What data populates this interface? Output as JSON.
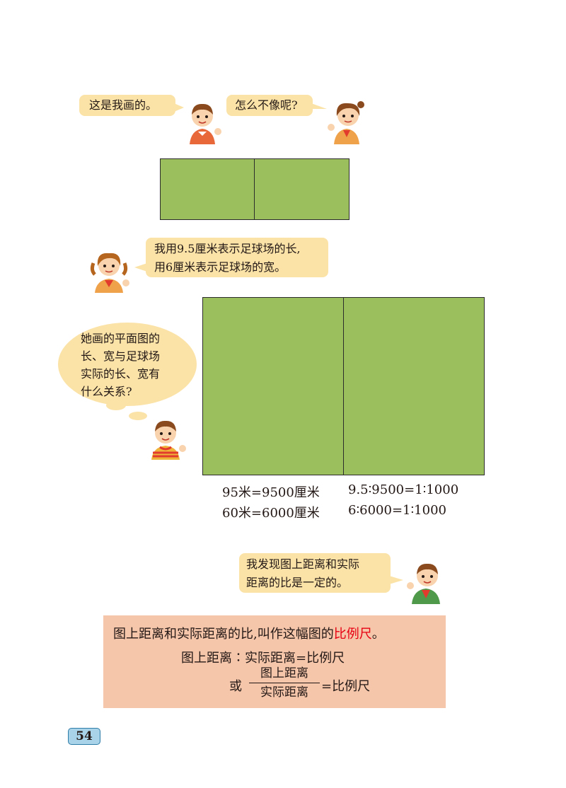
{
  "dialog": {
    "boy_top": "这是我画的。",
    "girl_top": "怎么不像呢?",
    "girl_mid_line1": "我用9.5厘米表示足球场的长,",
    "girl_mid_line2": "用6厘米表示足球场的宽。",
    "thought_line1": "她画的平面图的",
    "thought_line2": "长、宽与足球场",
    "thought_line3": "实际的长、宽有",
    "thought_line4": "什么关系?",
    "boy_bottom_line1": "我发现图上距离和实际",
    "boy_bottom_line2": "距离的比是一定的。"
  },
  "calc": {
    "length_conv": "95米=9500厘米",
    "width_conv": "60米=6000厘米",
    "length_ratio": "9.5∶9500=1∶1000",
    "width_ratio": "6∶6000=1∶1000"
  },
  "definition": {
    "sentence_before": "图上距离和实际距离的比,叫作这幅图的",
    "term": "比例尺",
    "sentence_after": "。",
    "formula": "图上距离∶实际距离=比例尺",
    "or": "或",
    "numerator": "图上距离",
    "denominator": "实际距离",
    "equals": "=比例尺"
  },
  "page_number": "54",
  "colors": {
    "field_green": "#9abf5c",
    "bubble_yellow": "#fbe3a8",
    "definition_bg": "#f6c6aa",
    "term_red": "#e60012",
    "page_badge": "#a9d3e8"
  }
}
